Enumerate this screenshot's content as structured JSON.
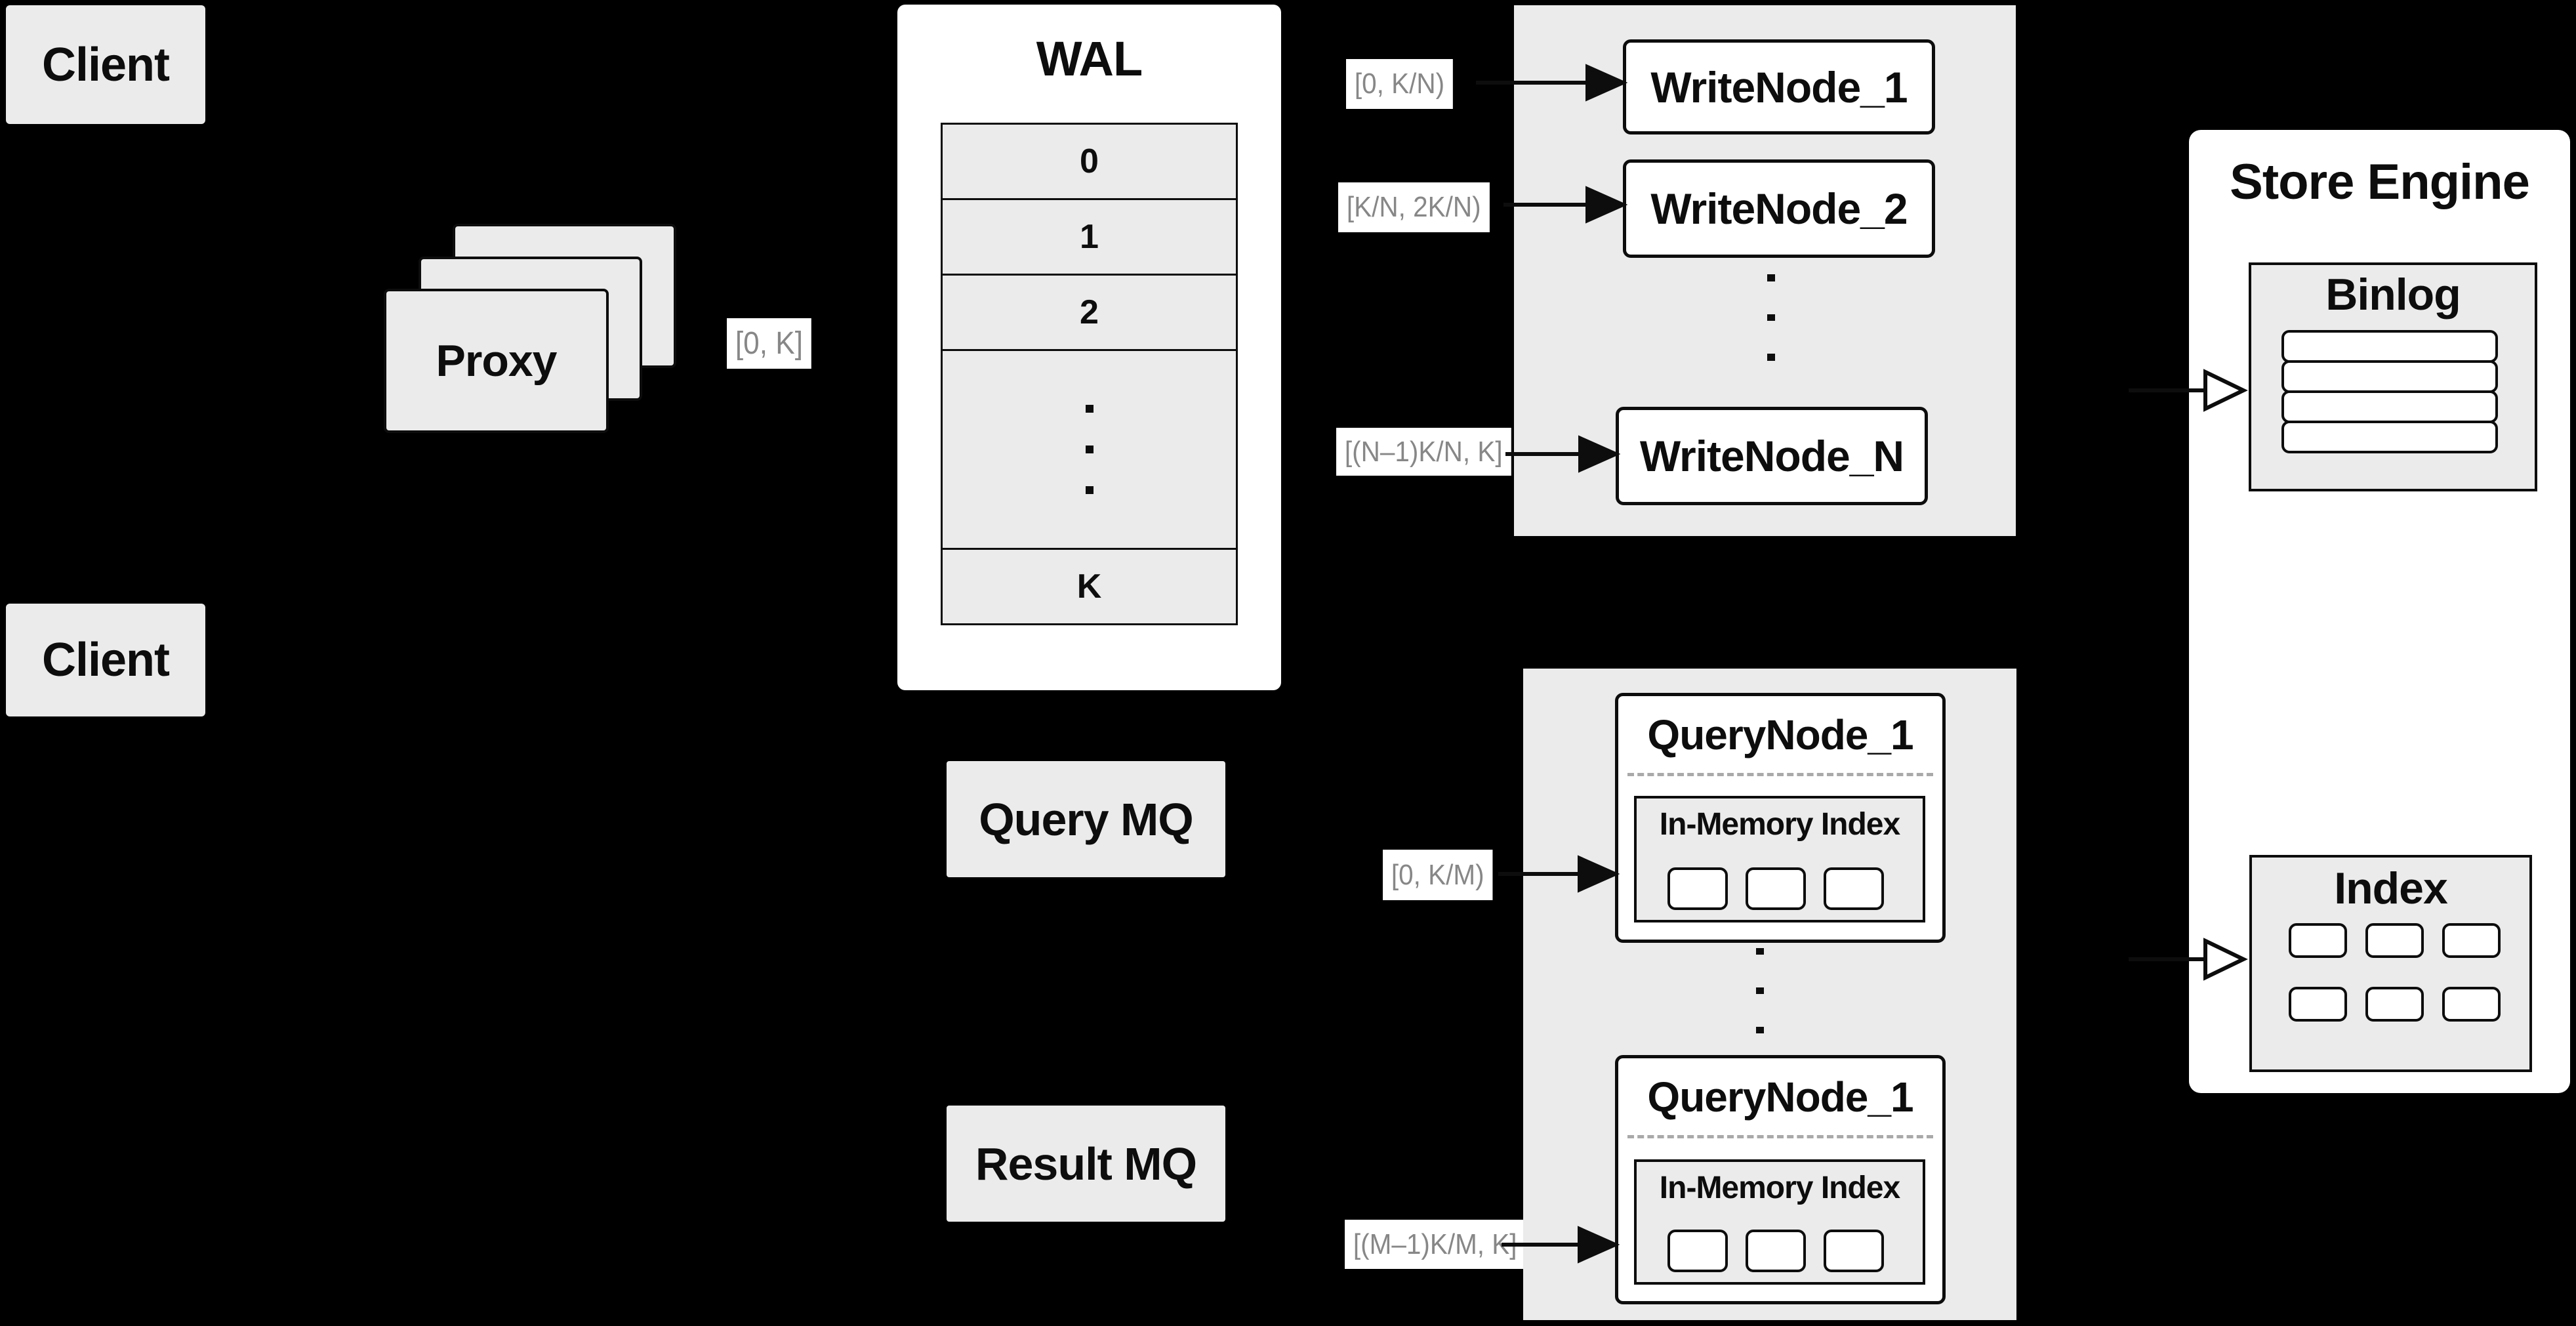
{
  "clients": {
    "top": "Client",
    "bottom": "Client"
  },
  "proxy": {
    "label": "Proxy",
    "range_label": "[0, K]"
  },
  "wal": {
    "title": "WAL",
    "segments": [
      "0",
      "1",
      "2",
      "K"
    ]
  },
  "write": {
    "range_labels": [
      "[0, K/N)",
      "[K/N, 2K/N)",
      "[(N–1)K/N, K]"
    ],
    "nodes": [
      "WriteNode_1",
      "WriteNode_2",
      "WriteNode_N"
    ]
  },
  "store_engine": {
    "title": "Store Engine",
    "binlog_title": "Binlog",
    "index_title": "Index"
  },
  "mq": {
    "query": "Query MQ",
    "result": "Result MQ"
  },
  "query": {
    "range_labels": [
      "[0, K/M)",
      "[(M–1)K/M, K]"
    ],
    "nodes": [
      {
        "title": "QueryNode_1",
        "index_title": "In-Memory Index"
      },
      {
        "title": "QueryNode_1",
        "index_title": "In-Memory Index"
      }
    ]
  },
  "colors": {
    "background": "#000000",
    "panel_fill": "#ebebeb",
    "box_fill": "#ffffff",
    "border": "#000000",
    "range_text": "#878787",
    "dash": "#a9a9a9"
  }
}
